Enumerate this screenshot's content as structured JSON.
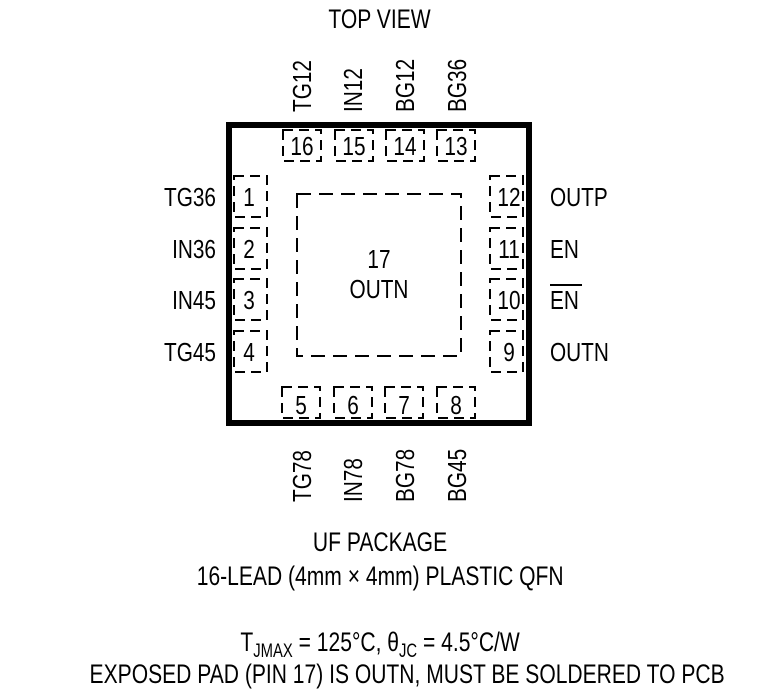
{
  "title": "TOP VIEW",
  "package": {
    "outline_color": "#000000",
    "exposed_pad": {
      "pin": "17",
      "name": "OUTN"
    }
  },
  "pins": {
    "top": [
      {
        "num": "16",
        "name": "TG12"
      },
      {
        "num": "15",
        "name": "IN12"
      },
      {
        "num": "14",
        "name": "BG12"
      },
      {
        "num": "13",
        "name": "BG36"
      }
    ],
    "left": [
      {
        "num": "1",
        "name": "TG36"
      },
      {
        "num": "2",
        "name": "IN36"
      },
      {
        "num": "3",
        "name": "IN45"
      },
      {
        "num": "4",
        "name": "TG45"
      }
    ],
    "right": [
      {
        "num": "12",
        "name": "OUTP"
      },
      {
        "num": "11",
        "name": "EN"
      },
      {
        "num": "10",
        "name": "EN",
        "overbar": true
      },
      {
        "num": "9",
        "name": "OUTN"
      }
    ],
    "bottom": [
      {
        "num": "5",
        "name": "TG78"
      },
      {
        "num": "6",
        "name": "IN78"
      },
      {
        "num": "7",
        "name": "BG78"
      },
      {
        "num": "8",
        "name": "BG45"
      }
    ]
  },
  "caption": {
    "line1": "UF PACKAGE",
    "line2": "16-LEAD (4mm × 4mm) PLASTIC QFN"
  },
  "notes": {
    "tjmax_symbol": "T",
    "tjmax_sub": "JMAX",
    "tjmax_value": " = 125°C, ",
    "theta_symbol": "θ",
    "theta_sub": "JC",
    "theta_value": " = 4.5°C/W",
    "line2": "EXPOSED PAD (PIN 17) IS OUTN, MUST BE SOLDERED TO PCB"
  }
}
